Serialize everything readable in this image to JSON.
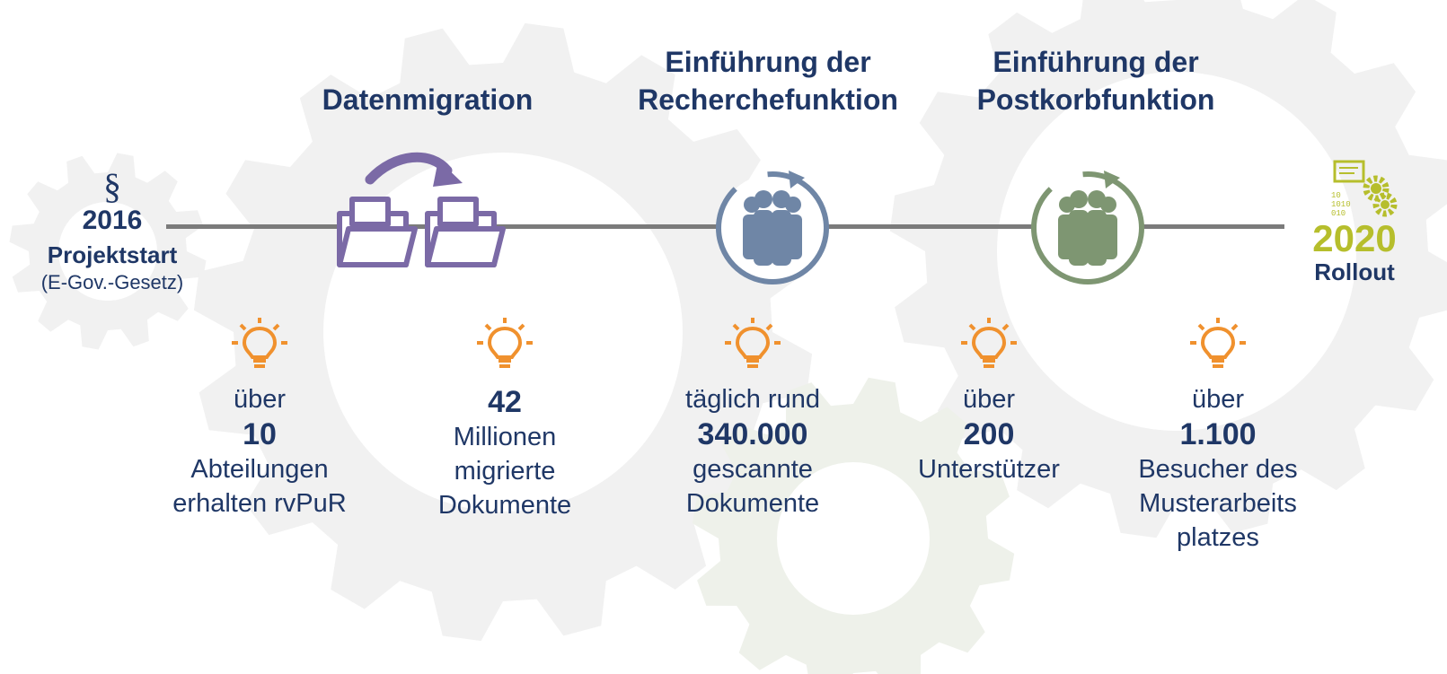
{
  "colors": {
    "navy": "#1f3766",
    "purple": "#7b6aa6",
    "slate_blue": "#6f86a6",
    "sage_green": "#7e9672",
    "orange": "#f0912e",
    "lime": "#b6be2c",
    "gear_gray": "#f1f1f1",
    "gear_green": "#eef1ea",
    "line_gray": "#7b7b7b"
  },
  "start": {
    "symbol": "§",
    "year": "2016",
    "label": "Projektstart",
    "sublabel": "(E-Gov.-Gesetz)",
    "icon": "paragraph-icon"
  },
  "milestones": [
    {
      "title_lines": [
        "Datenmigration"
      ],
      "icon": "folder-transfer-icon"
    },
    {
      "title_lines": [
        "Einführung der",
        "Recherchefunktion"
      ],
      "icon": "people-cycle-icon"
    },
    {
      "title_lines": [
        "Einführung der",
        "Postkorbfunktion"
      ],
      "icon": "people-cycle-icon"
    }
  ],
  "end": {
    "year": "2020",
    "label": "Rollout",
    "icon": "binary-gears-icon"
  },
  "stats": [
    {
      "before": "über",
      "number": "10",
      "after": [
        "Abteilungen",
        "erhalten rvPuR"
      ]
    },
    {
      "before": "",
      "number": "42",
      "after": [
        "Millionen",
        "migrierte",
        "Dokumente"
      ]
    },
    {
      "before": "täglich rund",
      "number": "340.000",
      "after": [
        "gescannte",
        "Dokumente"
      ]
    },
    {
      "before": "über",
      "number": "200",
      "after": [
        "Unterstützer"
      ]
    },
    {
      "before": "über",
      "number": "1.100",
      "after": [
        "Besucher des",
        "Musterarbeits",
        "platzes"
      ]
    }
  ]
}
